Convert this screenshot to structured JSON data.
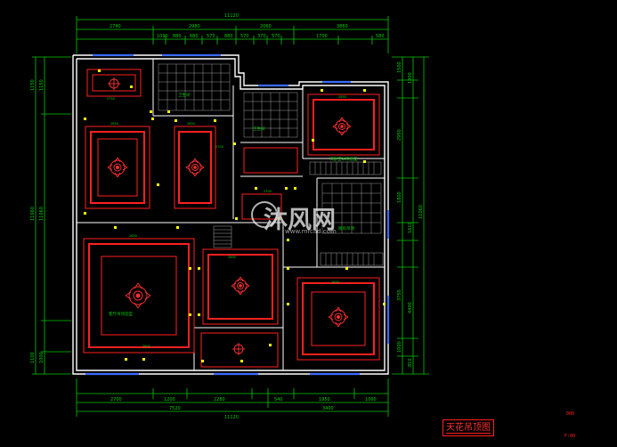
{
  "drawing": {
    "title": "天花吊顶图",
    "watermark_text": "沐风网",
    "watermark_url": "www.mfcad.com",
    "legend_top": "000",
    "legend_bottom": "F:00"
  },
  "dimensions": {
    "top_total": "11120",
    "top_row": [
      "2740",
      "2980",
      "2060",
      "3860"
    ],
    "top_sub": [
      "1090",
      "880",
      "680",
      "570",
      "880",
      "570",
      "370",
      "570",
      "1700",
      "580"
    ],
    "bottom_row": [
      "2700",
      "1200",
      "2280",
      "540",
      "1950",
      "1060"
    ],
    "bottom_row2": [
      "7520",
      "3400"
    ],
    "bottom_total": "11120",
    "left_total": "11060",
    "left_sub": [
      "1150",
      "1150",
      "11060",
      "1100",
      "1000"
    ],
    "right_total": "11060",
    "right_sub": [
      "1500",
      "1300",
      "2950",
      "1800",
      "1610",
      "3750",
      "4400",
      "1000",
      "810"
    ]
  },
  "room_labels": [
    "主卧室吊顶造型图",
    "卫生间",
    "客厅吊顶造型",
    "餐厅吊顶造型",
    "厨房吊顶",
    "次卧室吊顶造型",
    "书房吊顶造型"
  ],
  "colors": {
    "background": "#000000",
    "wall": "#ffffff",
    "ceiling_outline": "#ff2020",
    "dimension": "#00d000",
    "light_fixture": "#ff3030",
    "fixture_marks": "#ffff00",
    "window": "#3a6bff"
  }
}
